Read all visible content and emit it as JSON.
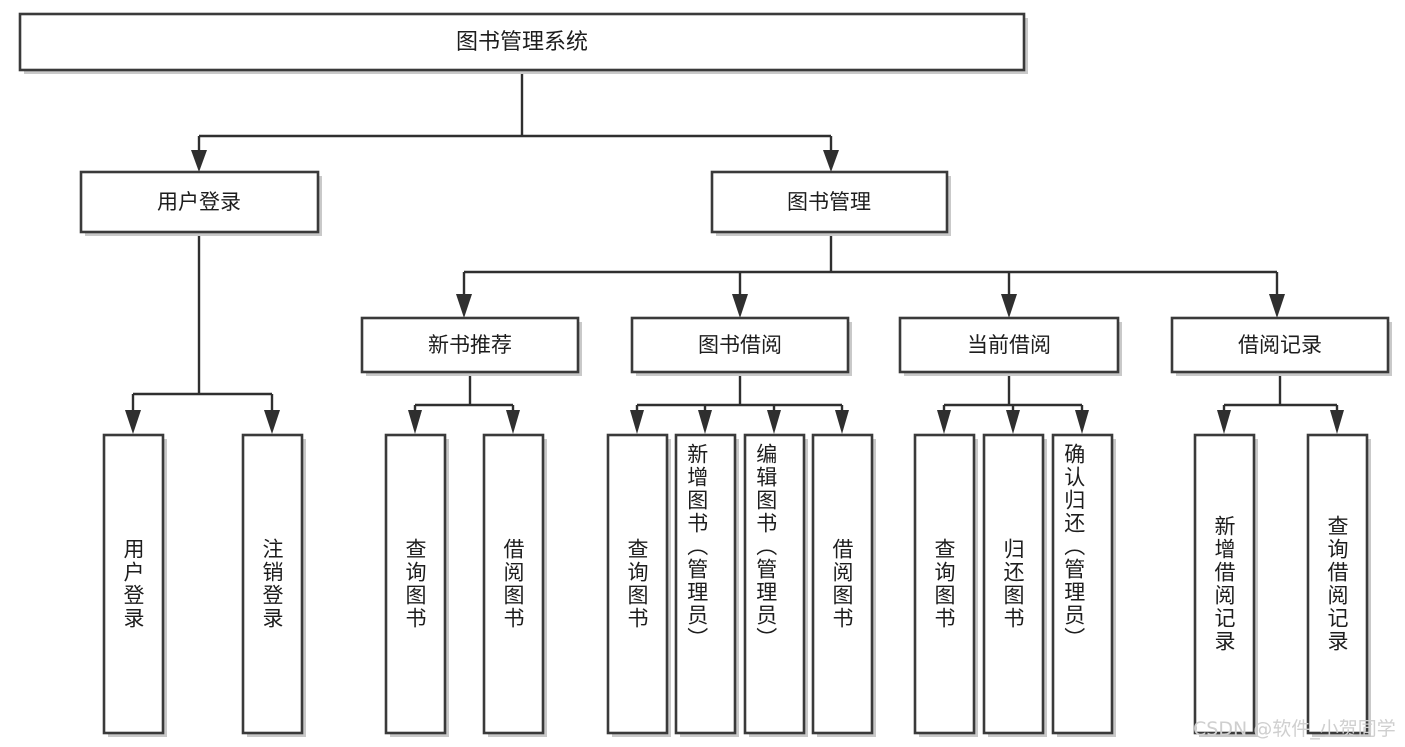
{
  "diagram": {
    "type": "tree-hierarchy-chart",
    "title_node": {
      "label": "图书管理系统"
    },
    "level2": [
      {
        "id": "user-login",
        "label": "用户登录"
      },
      {
        "id": "book-management",
        "label": "图书管理"
      }
    ],
    "level3": [
      {
        "id": "new-book-recommend",
        "label": "新书推荐",
        "parent": "book-management"
      },
      {
        "id": "book-borrow",
        "label": "图书借阅",
        "parent": "book-management"
      },
      {
        "id": "current-borrow",
        "label": "当前借阅",
        "parent": "book-management"
      },
      {
        "id": "borrow-record",
        "label": "借阅记录",
        "parent": "book-management"
      }
    ],
    "leaves": {
      "user-login": [
        {
          "label": "用户登录"
        },
        {
          "label": "注销登录"
        }
      ],
      "new-book-recommend": [
        {
          "label": "查询图书"
        },
        {
          "label": "借阅图书"
        }
      ],
      "book-borrow": [
        {
          "label": "查询图书"
        },
        {
          "label": "新增图书（管理员）"
        },
        {
          "label": "编辑图书（管理员）"
        },
        {
          "label": "借阅图书"
        }
      ],
      "current-borrow": [
        {
          "label": "查询图书"
        },
        {
          "label": "归还图书"
        },
        {
          "label": "确认归还（管理员）"
        }
      ],
      "borrow-record": [
        {
          "label": "新增借阅记录"
        },
        {
          "label": "查询借阅记录"
        }
      ]
    }
  },
  "watermark": {
    "text": "CSDN @软件_小贺同学"
  },
  "colors": {
    "box_stroke": "#3a3a3a",
    "box_fill": "#ffffff",
    "edge": "#2f2f2f",
    "text": "#1d1d1d",
    "watermark": "#cfcfcf",
    "background": "#ffffff"
  }
}
